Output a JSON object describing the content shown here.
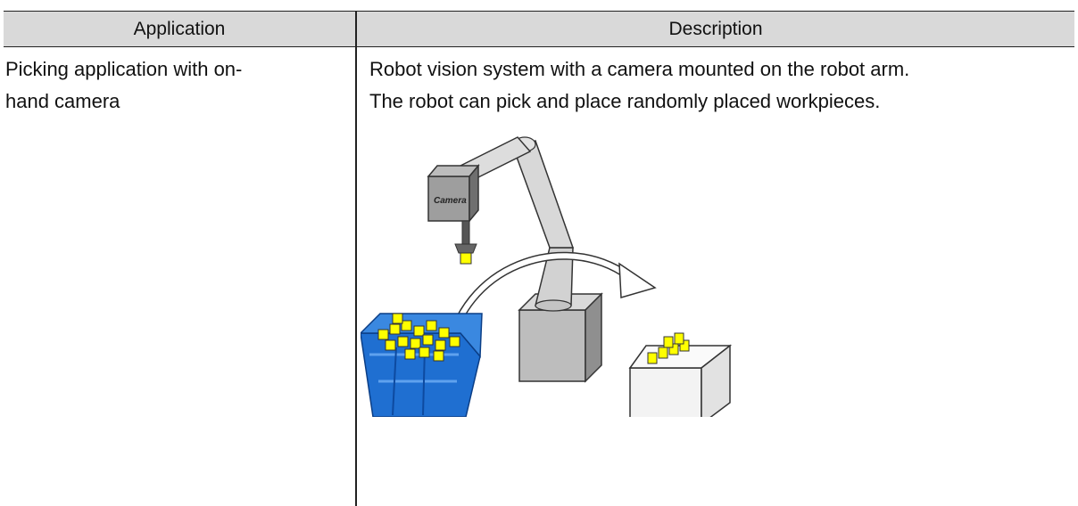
{
  "table": {
    "headers": {
      "application": "Application",
      "description": "Description"
    },
    "row": {
      "application": [
        "Picking application with on-",
        "hand camera"
      ],
      "description": [
        "Robot vision system with a camera mounted on the robot arm.",
        "The robot can pick and place randomly placed workpieces."
      ]
    }
  },
  "illustration": {
    "camera_label": "Camera",
    "colors": {
      "workpiece": "#ffff00",
      "bin": "#1f6fd1",
      "robot": "#d0d0d0",
      "table": "#f3f3f3"
    }
  }
}
